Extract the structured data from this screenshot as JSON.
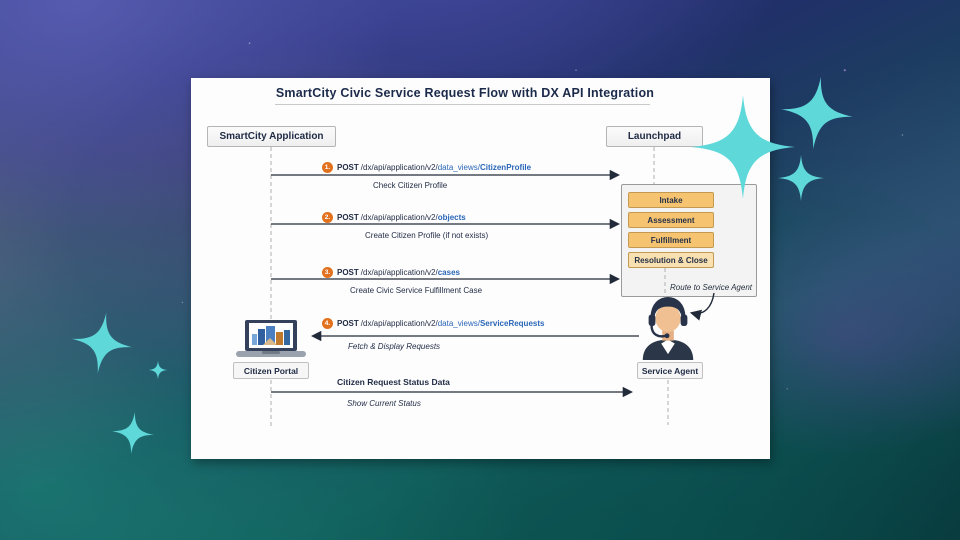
{
  "title": "SmartCity Civic Service Request Flow with DX API Integration",
  "actors": {
    "left": "SmartCity Application",
    "right": "Launchpad"
  },
  "messages": [
    {
      "num": "1.",
      "method": "POST",
      "path_prefix": "/dx/api/application/v2/",
      "path_mid": "data_views/",
      "path_resource": "CitizenProfile",
      "label": "Check Citizen Profile"
    },
    {
      "num": "2.",
      "method": "POST",
      "path_prefix": "/dx/api/application/v2/",
      "path_mid": "",
      "path_resource": "objects",
      "label": "Create Citizen Profile (if not exists)"
    },
    {
      "num": "3.",
      "method": "POST",
      "path_prefix": "/dx/api/application/v2/",
      "path_mid": "",
      "path_resource": "cases",
      "label": "Create Civic Service Fulfillment Case"
    },
    {
      "num": "4.",
      "method": "POST",
      "path_prefix": "/dx/api/application/v2/",
      "path_mid": "data_views/",
      "path_resource": "ServiceRequests",
      "label": "Fetch & Display Requests"
    }
  ],
  "status_message": {
    "title": "Citizen Request Status Data",
    "label": "Show Current Status"
  },
  "stages": [
    "Intake",
    "Assessment",
    "Fulfillment",
    "Resolution & Close"
  ],
  "route_note": "Route to Service Agent",
  "citizen_portal_label": "Citizen Portal",
  "service_agent_label": "Service Agent",
  "colors": {
    "accent_orange": "#e2711d",
    "api_blue": "#2a66b8",
    "navy_text": "#1f2a44",
    "stage_fill": "#f6c470",
    "stage_fill_light": "#f9e0b0",
    "sparkle_teal": "#5fd8da",
    "card_bg": "#fdfdfd"
  }
}
